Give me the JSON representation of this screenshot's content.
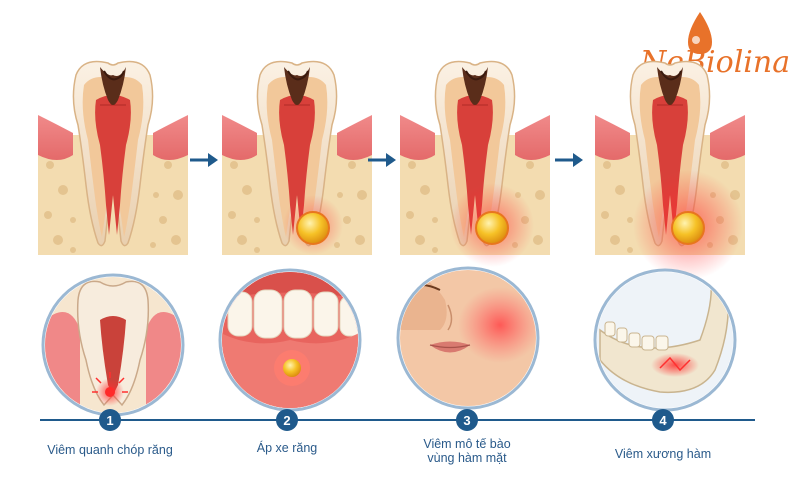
{
  "brand": {
    "name": "NeBiolina",
    "accent_color": "#e8722a",
    "drop_icon": "water-drop-icon"
  },
  "colors": {
    "line": "#1f5a8c",
    "arrow": "#1f5a8c",
    "inflammation": "#e0303a",
    "pus": "#f3b21b"
  },
  "steps": [
    {
      "number": "1",
      "label": "Viêm quanh chóp răng",
      "label2": ""
    },
    {
      "number": "2",
      "label": "Áp xe răng",
      "label2": ""
    },
    {
      "number": "3",
      "label": "Viêm mô tế bào",
      "label2": "vùng hàm mặt"
    },
    {
      "number": "4",
      "label": "Viêm xương hàm",
      "label2": ""
    }
  ]
}
